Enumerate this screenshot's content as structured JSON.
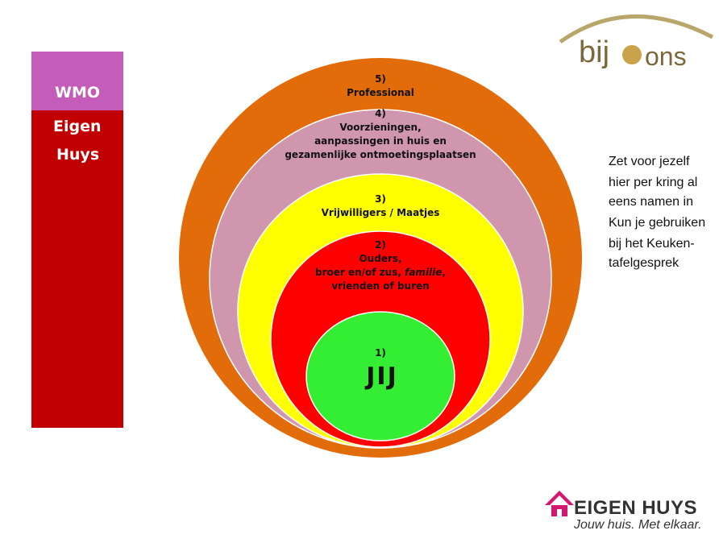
{
  "sidebar": {
    "top_label": "WMO",
    "label_line1": "Eigen",
    "label_line2": "Huys"
  },
  "rings": {
    "r5": {
      "num": "5)",
      "lines": [
        "Professional"
      ]
    },
    "r4": {
      "num": "4)",
      "lines": [
        "Voorzieningen,",
        "aanpassingen in huis en",
        "gezamenlijke ontmoetingsplaatsen"
      ]
    },
    "r3": {
      "num": "3)",
      "lines": [
        "Vrijwilligers / Maatjes"
      ]
    },
    "r2": {
      "num": "2)",
      "lines": [
        "Ouders,",
        "broer en/of zus, familie,",
        "vrienden of buren"
      ]
    },
    "r1": {
      "num": "1)",
      "main": "JIJ"
    }
  },
  "colors": {
    "r5": "#e36c0a",
    "r4": "#d096ae",
    "r3": "#ffff00",
    "r2": "#ff0000",
    "r1": "#33ee33",
    "sidebar": "#c00000",
    "sidebar_top": "#c45cba"
  },
  "note": {
    "lines": [
      "Zet voor jezelf",
      "hier per kring al",
      "eens namen in",
      "Kun je gebruiken",
      "bij het Keuken-",
      "tafelgesprek"
    ]
  },
  "logos": {
    "bijons_left": "bij",
    "bijons_right": "ons",
    "eigenhuys_name": "EIGEN HUYS",
    "eigenhuys_tag": "Jouw huis. Met elkaar."
  }
}
